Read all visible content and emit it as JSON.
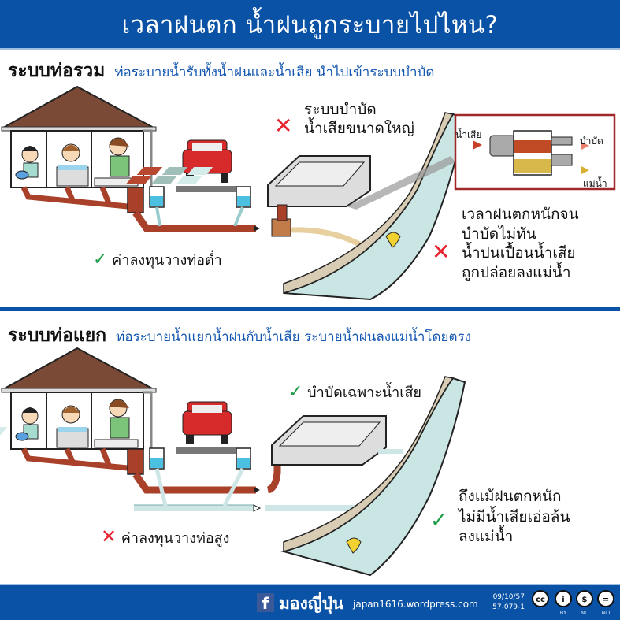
{
  "header": {
    "title": "เวลาฝนตก น้ำฝนถูกระบายไปไหน?"
  },
  "colors": {
    "brand_blue": "#0a52a5",
    "subtitle_blue": "#1457b0",
    "cross_red": "#e8222e",
    "check_green": "#1e9c4a",
    "pipe_brown": "#a8402a",
    "clean_pipe": "#cfe6e6",
    "river": "#c9e6e4"
  },
  "combined_system": {
    "name": "ระบบท่อรวม",
    "description": "ท่อระบายน้ำรับทั้งน้ำฝนและน้ำเสีย นำไปเข้าระบบบำบัด",
    "pro": {
      "mark": "✓",
      "text": "ค่าลงทุนวางท่อต่ำ"
    },
    "con_plant": {
      "mark": "✕",
      "line1": "ระบบบำบัด",
      "line2": "น้ำเสียขนาดใหญ่"
    },
    "inset": {
      "in_label": "น้ำเสีย",
      "out_treated": "บำบัด",
      "out_river": "แม่น้ำ"
    },
    "con_overflow": {
      "mark": "✕",
      "lines": [
        "เวลาฝนตกหนักจน",
        "บำบัดไม่ทัน",
        "น้ำปนเปื้อนน้ำเสีย",
        "ถูกปล่อยลงแม่น้ำ"
      ]
    }
  },
  "separate_system": {
    "name": "ระบบท่อแยก",
    "description": "ท่อระบายน้ำแยกน้ำฝนกับน้ำเสีย ระบายน้ำฝนลงแม่น้ำโดยตรง",
    "con": {
      "mark": "✕",
      "text": "ค่าลงทุนวางท่อสูง"
    },
    "pro_plant": {
      "mark": "✓",
      "text": "บำบัดเฉพาะน้ำเสีย"
    },
    "pro_river": {
      "mark": "✓",
      "lines": [
        "ถึงแม้ฝนตกหนัก",
        "ไม่มีน้ำเสียเอ่อล้น",
        "ลงแม่น้ำ"
      ]
    }
  },
  "footer": {
    "facebook_icon": "f",
    "brand": "มองญี่ปุ่น",
    "site": "japan1616.wordpress.com",
    "date": "09/10/57",
    "code": "57-079-1",
    "license": [
      {
        "icon": "cc",
        "label": ""
      },
      {
        "icon": "i",
        "label": "BY"
      },
      {
        "icon": "$",
        "label": "NC"
      },
      {
        "icon": "=",
        "label": "ND"
      }
    ]
  }
}
